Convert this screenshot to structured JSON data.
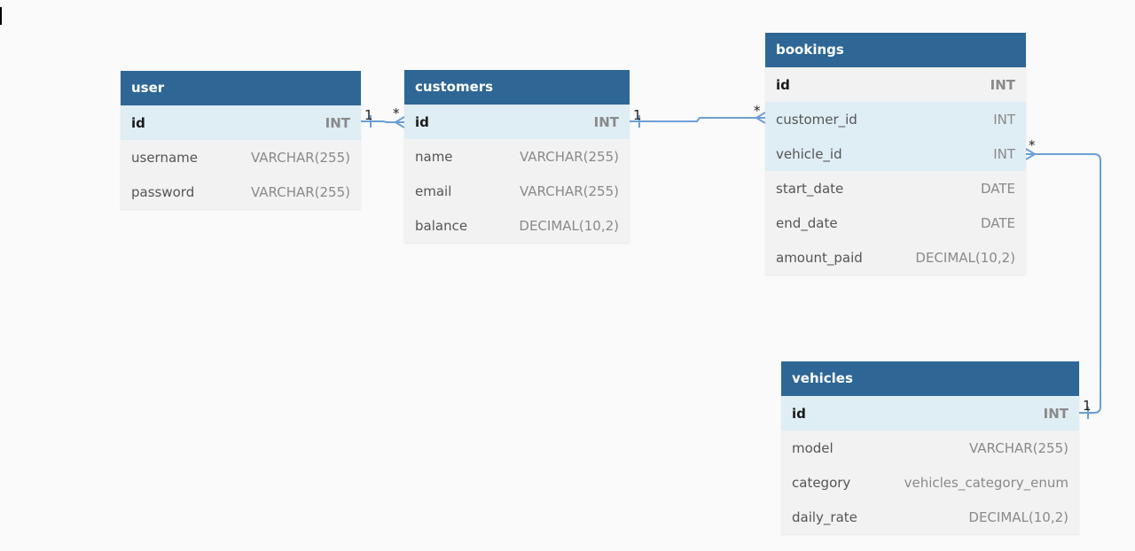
{
  "colors": {
    "background": "#fafafa",
    "header": "#2e6795",
    "row": "#f2f2f2",
    "ref_row": "#dfedf5",
    "connector": "#6a9fd4"
  },
  "tables": [
    {
      "key": "user",
      "name": "user",
      "fields": [
        {
          "name": "id",
          "type": "INT",
          "pk": true,
          "ref": true
        },
        {
          "name": "username",
          "type": "VARCHAR(255)"
        },
        {
          "name": "password",
          "type": "VARCHAR(255)"
        }
      ]
    },
    {
      "key": "customers",
      "name": "customers",
      "fields": [
        {
          "name": "id",
          "type": "INT",
          "pk": true,
          "ref": true
        },
        {
          "name": "name",
          "type": "VARCHAR(255)"
        },
        {
          "name": "email",
          "type": "VARCHAR(255)"
        },
        {
          "name": "balance",
          "type": "DECIMAL(10,2)"
        }
      ]
    },
    {
      "key": "bookings",
      "name": "bookings",
      "fields": [
        {
          "name": "id",
          "type": "INT",
          "pk": true
        },
        {
          "name": "customer_id",
          "type": "INT",
          "ref": true
        },
        {
          "name": "vehicle_id",
          "type": "INT",
          "ref": true
        },
        {
          "name": "start_date",
          "type": "DATE"
        },
        {
          "name": "end_date",
          "type": "DATE"
        },
        {
          "name": "amount_paid",
          "type": "DECIMAL(10,2)"
        }
      ]
    },
    {
      "key": "vehicles",
      "name": "vehicles",
      "fields": [
        {
          "name": "id",
          "type": "INT",
          "pk": true,
          "ref": true
        },
        {
          "name": "model",
          "type": "VARCHAR(255)"
        },
        {
          "name": "category",
          "type": "vehicles_category_enum"
        },
        {
          "name": "daily_rate",
          "type": "DECIMAL(10,2)"
        }
      ]
    }
  ],
  "relationships": [
    {
      "from": "user.id",
      "from_card": "1",
      "to": "customers.id",
      "to_card": "*"
    },
    {
      "from": "customers.id",
      "from_card": "1",
      "to": "bookings.customer_id",
      "to_card": "*"
    },
    {
      "from": "vehicles.id",
      "from_card": "1",
      "to": "bookings.vehicle_id",
      "to_card": "*"
    }
  ]
}
